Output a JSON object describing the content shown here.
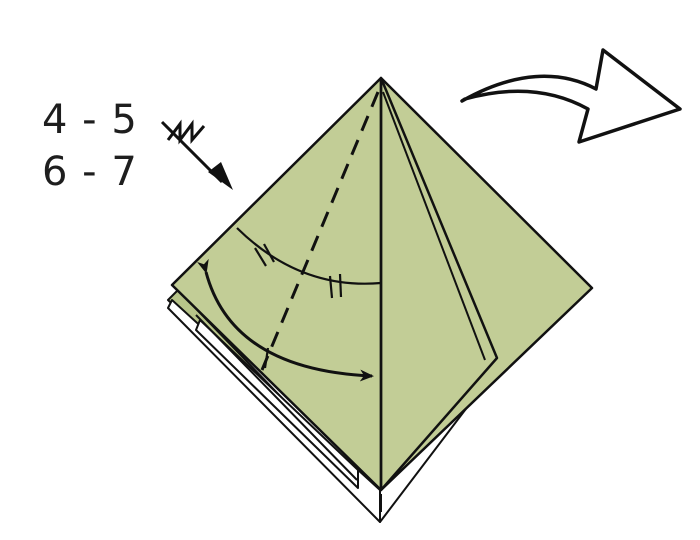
{
  "steps": {
    "line1": "4 - 5",
    "line2": "6 - 7"
  },
  "colors": {
    "paper": "#c2cd96",
    "paper_back": "#b7c489",
    "outline": "#111111",
    "background": "#ffffff"
  },
  "icons": {
    "step_arrow": "zigzag-arrow-icon",
    "turn_over": "turn-over-arrow-icon",
    "swing_arrow": "curved-double-arrow-icon",
    "fold_line": "dashed-valley-fold-line",
    "angle_marks": "equal-angle-arc-marks"
  }
}
